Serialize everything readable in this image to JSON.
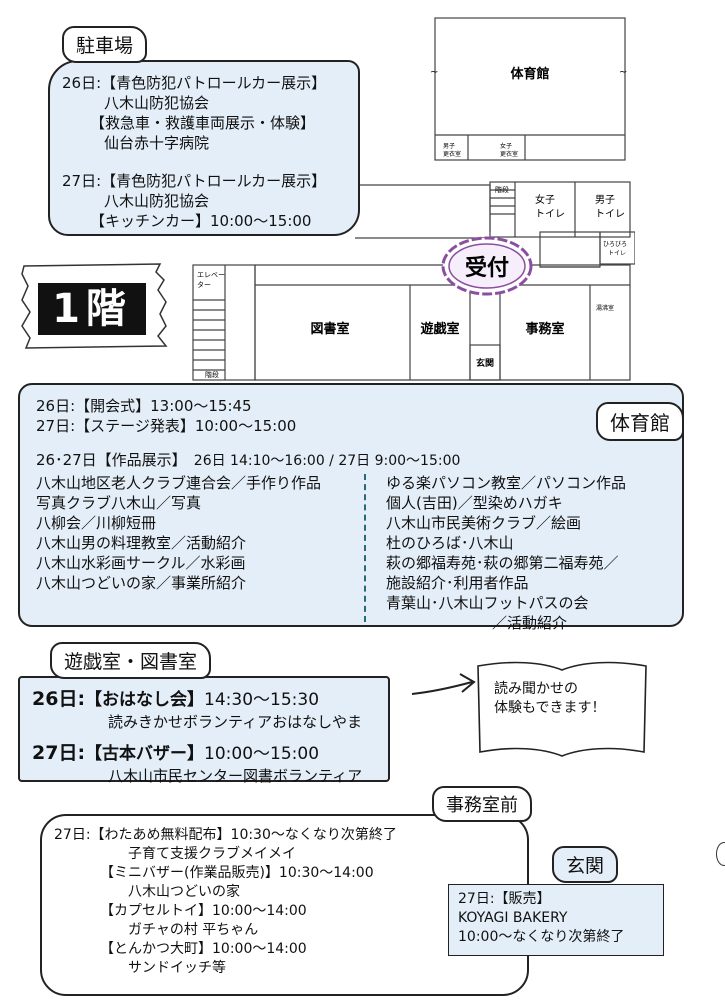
{
  "floor_label": "1階",
  "parking": {
    "tag": "駐車場",
    "lines": [
      "26日:【青色防犯パトロールカー展示】",
      "八木山防犯協会",
      "【救急車・救護車両展示・体験】",
      "仙台赤十字病院",
      "27日:【青色防犯パトロールカー展示】",
      "八木山防犯協会",
      "【キッチンカー】10:00～15:00"
    ]
  },
  "floorplan": {
    "gym": "体育館",
    "boys_changing": "男子\n更衣室",
    "girls_changing": "女子\n更衣室",
    "stairs_top": "階段",
    "womens_toilet": "女子\nトイレ",
    "mens_toilet": "男子\nトイレ",
    "wide_toilet": "ひろびろ\nトイレ",
    "reception": "受付",
    "elevator": "エレベーター",
    "library": "図書室",
    "playroom": "遊戯室",
    "office": "事務室",
    "kitchenette": "湯沸室",
    "entrance": "玄関",
    "stairs_bottom": "階段"
  },
  "gym_section": {
    "tag": "体育館",
    "line1": "26日:【開会式】13:00～15:45",
    "line2": "27日:【ステージ発表】10:00～15:00",
    "exhibit_title": "26･27日【作品展示】",
    "exhibit_times": "26日 14:10～16:00 / 27日 9:00～15:00",
    "left_items": [
      "八木山地区老人クラブ連合会／手作り作品",
      "写真クラブ八木山／写真",
      "八柳会／川柳短冊",
      "八木山男の料理教室／活動紹介",
      "八木山水彩画サークル／水彩画",
      "八木山つどいの家／事業所紹介"
    ],
    "right_items": [
      "ゆる楽パソコン教室／パソコン作品",
      "個人(吉田)／型染めハガキ",
      "八木山市民美術クラブ／絵画",
      "杜のひろば･八木山",
      "萩の郷福寿苑･萩の郷第二福寿苑／",
      "施設紹介･利用者作品",
      "青葉山･八木山フットパスの会",
      "／活動紹介"
    ]
  },
  "playroom_section": {
    "tag": "遊戯室・図書室",
    "line1_day": "26日:",
    "line1_event": "【おはなし会】",
    "line1_time": "14:30～15:30",
    "line1_sub": "読みきかせボランティアおはなしやま",
    "line2_day": "27日:",
    "line2_event": "【古本バザー】",
    "line2_time": "10:00～15:00",
    "line2_sub": "八木山市民センター図書ボランティア",
    "book_note1": "読み聞かせの",
    "book_note2": "体験もできます！"
  },
  "office_section": {
    "tag": "事務室前",
    "lines": [
      "27日:【わたあめ無料配布】10:30～なくなり次第終了",
      "子育て支援クラブメイメイ",
      "【ミニバザー(作業品販売)】10:30～14:00",
      "八木山つどいの家",
      "【カプセルトイ】10:00～14:00",
      "ガチャの村 平ちゃん",
      "【とんかつ大町】10:00～14:00",
      "サンドイッチ等"
    ]
  },
  "entrance_section": {
    "tag": "玄関",
    "lines": [
      "27日:【販売】",
      "KOYAGI BAKERY",
      "10:00～なくなり次第終了"
    ]
  },
  "colors": {
    "panel_blue": "#e4eef8",
    "reception_purple": "#8a4fa0",
    "floor_black": "#111111"
  }
}
